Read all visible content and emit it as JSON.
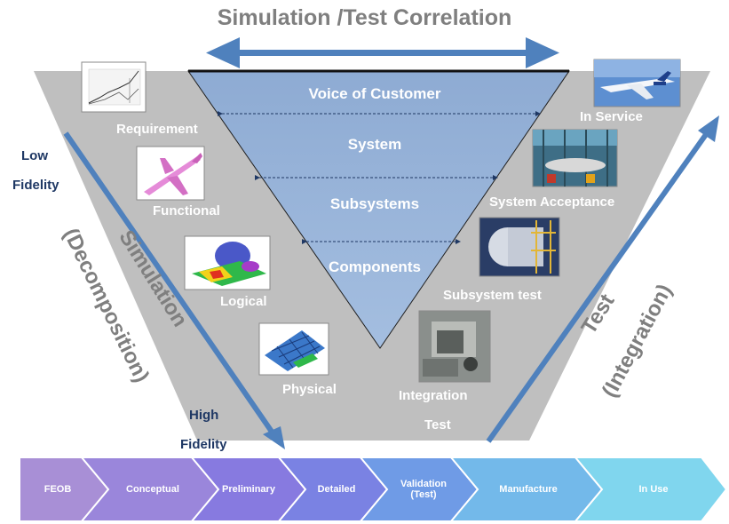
{
  "title": "Simulation /Test Correlation",
  "levels": [
    "Voice of Customer",
    "System",
    "Subsystems",
    "Components"
  ],
  "left_stages": [
    "Requirement",
    "Functional",
    "Logical",
    "Physical"
  ],
  "right_stages": [
    "In Service",
    "System Acceptance",
    "Subsystem test",
    "Integration",
    "Test"
  ],
  "low_fidelity": [
    "Low",
    "Fidelity"
  ],
  "high_fidelity": [
    "High",
    "Fidelity"
  ],
  "simulation_label": [
    "Simulation",
    "(Decomposition)"
  ],
  "test_label": [
    "Test",
    "(Integration)"
  ],
  "phases": [
    "FEOB",
    "Conceptual",
    "Preliminary",
    "Detailed",
    "Validation",
    "(Test)",
    "Manufacture",
    "In Use"
  ],
  "image_icons": {
    "requirement": "requirement-chart-icon",
    "functional": "aircraft-wireframe-icon",
    "logical": "fea-mesh-icon",
    "physical": "panel-stress-icon",
    "in_service": "airplane-photo-icon",
    "system_acceptance": "assembly-hall-icon",
    "subsystem_test": "fuselage-rig-icon",
    "integration_test": "test-machine-icon"
  },
  "colors": {
    "trapezoid": "#bfbfbf",
    "inner_triangle": "#95b3d7",
    "arrows": "#4f81bd",
    "title": "#7f7f7f",
    "fidelity_text": "#1f3864"
  }
}
